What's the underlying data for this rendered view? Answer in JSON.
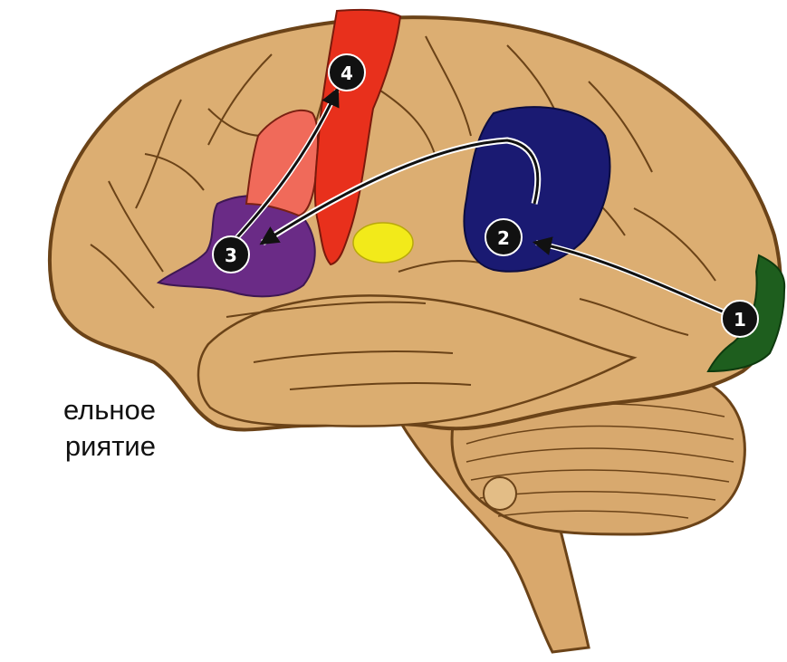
{
  "caption": {
    "line1": "ельное",
    "line2": "риятие"
  },
  "markers": [
    {
      "label": "1"
    },
    {
      "label": "2"
    },
    {
      "label": "3"
    },
    {
      "label": "4"
    }
  ],
  "colors": {
    "brain": "#dcae72",
    "brain_outline": "#6b4318",
    "visual_area": "#1e5e1e",
    "wernicke_area": "#1a1a72",
    "angular_spot": "#f2ea1a",
    "broca_area": "#6a2b86",
    "motor_strip": "#e8301c",
    "marker_fill": "#111111"
  }
}
